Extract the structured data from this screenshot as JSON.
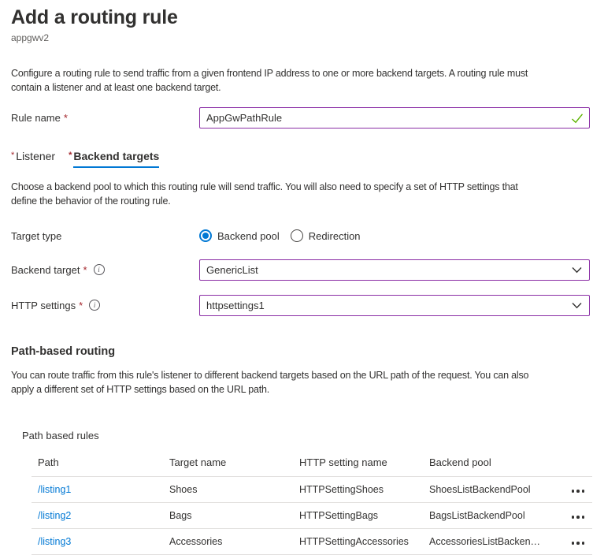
{
  "page": {
    "title": "Add a routing rule",
    "subtitle": "appgwv2",
    "intro": "Configure a routing rule to send traffic from a given frontend IP address to one or more backend targets. A routing rule must\ncontain a listener and at least one backend target."
  },
  "colors": {
    "accent_blue": "#0078d4",
    "modified_field_border": "#8a2da5",
    "valid_green": "#5db300",
    "required_red": "#a4262c",
    "divider_gray": "#e1dfdd",
    "text_primary": "#323130",
    "text_secondary": "#605e5c"
  },
  "icons": {
    "valid_checkmark": "check",
    "chevron_down": "chevron-down",
    "info": "i",
    "more_options": "three-dots"
  },
  "rule_name": {
    "label": "Rule name",
    "required_marker": "*",
    "value": "AppGwPathRule"
  },
  "tabs": [
    {
      "label": "Listener",
      "required_marker": "*",
      "selected": false
    },
    {
      "label": "Backend targets",
      "required_marker": "*",
      "selected": true
    }
  ],
  "backend_targets_tab": {
    "description": "Choose a backend pool to which this routing rule will send traffic. You will also need to specify a set of HTTP settings that\ndefine the behavior of the routing rule.",
    "target_type": {
      "label": "Target type",
      "options": [
        {
          "label": "Backend pool",
          "selected": true
        },
        {
          "label": "Redirection",
          "selected": false
        }
      ]
    },
    "backend_target": {
      "label": "Backend target",
      "required_marker": "*",
      "value": "GenericList"
    },
    "http_settings": {
      "label": "HTTP settings",
      "required_marker": "*",
      "value": "httpsettings1"
    }
  },
  "path_based_routing": {
    "heading": "Path-based routing",
    "description": "You can route traffic from this rule's listener to different backend targets based on the URL path of the request. You can also\napply a different set of HTTP settings based on the URL path.",
    "table_label": "Path based rules",
    "columns": [
      "Path",
      "Target name",
      "HTTP setting name",
      "Backend pool"
    ],
    "rows": [
      {
        "path": "/listing1",
        "target_name": "Shoes",
        "http_setting_name": "HTTPSettingShoes",
        "backend_pool": "ShoesListBackendPool"
      },
      {
        "path": "/listing2",
        "target_name": "Bags",
        "http_setting_name": "HTTPSettingBags",
        "backend_pool": "BagsListBackendPool"
      },
      {
        "path": "/listing3",
        "target_name": "Accessories",
        "http_setting_name": "HTTPSettingAccessories",
        "backend_pool": "AccessoriesListBackendP..."
      }
    ]
  }
}
